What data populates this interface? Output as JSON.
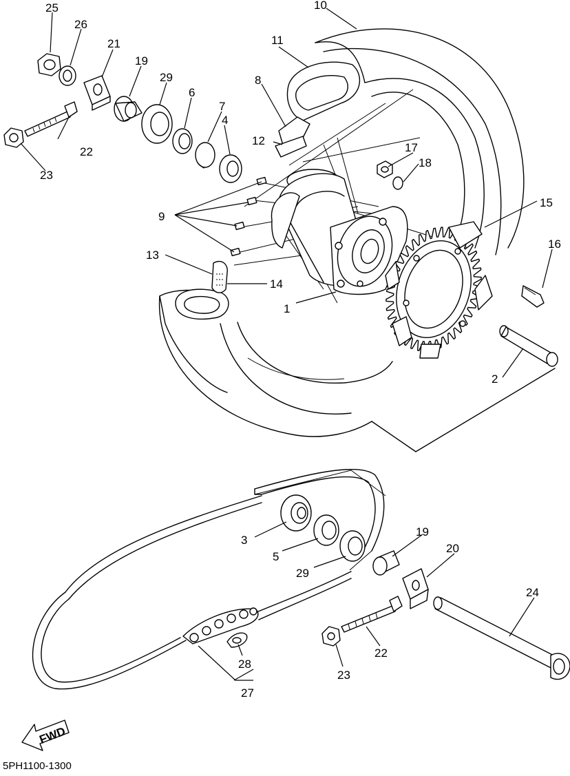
{
  "diagram": {
    "part_numbers": {
      "p1": "1",
      "p2": "2",
      "p3": "3",
      "p4": "4",
      "p5": "5",
      "p6": "6",
      "p7": "7",
      "p8": "8",
      "p9": "9",
      "p10": "10",
      "p11": "11",
      "p12": "12",
      "p13": "13",
      "p14": "14",
      "p15": "15",
      "p16": "16",
      "p17": "17",
      "p18": "18",
      "p19a": "19",
      "p19b": "19",
      "p20": "20",
      "p21": "21",
      "p22a": "22",
      "p22b": "22",
      "p23a": "23",
      "p23b": "23",
      "p24": "24",
      "p25": "25",
      "p26": "26",
      "p27": "27",
      "p28": "28",
      "p29a": "29",
      "p29b": "29"
    },
    "direction_label": "FWD",
    "drawing_code": "5PH1100-1300"
  }
}
